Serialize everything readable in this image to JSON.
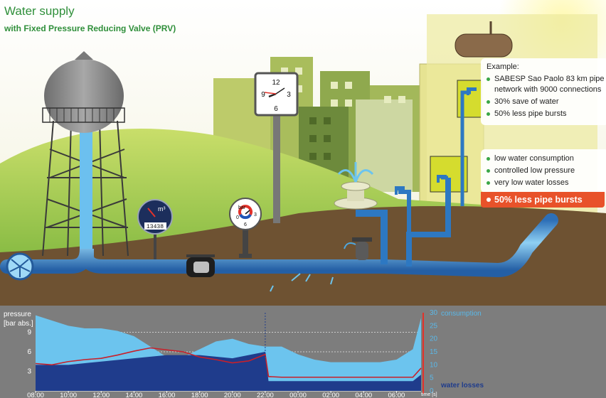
{
  "header": {
    "title": "Water supply",
    "subtitle": "with Fixed Pressure Reducing Valve (PRV)"
  },
  "meter": {
    "value": "13438",
    "unit": "m³"
  },
  "gauge": {
    "unit": "bar",
    "labels": [
      "0",
      "3",
      "6"
    ]
  },
  "clock": {
    "labels": [
      "12",
      "3",
      "6",
      "9"
    ]
  },
  "example": {
    "heading": "Example:",
    "items": [
      "SABESP Sao Paolo 83 km pipe network with 9000 connections",
      "30% save of water",
      "50% less pipe bursts"
    ]
  },
  "features": {
    "items": [
      "low water consumption",
      "controlled low pressure",
      "very low water losses"
    ],
    "highlight": "50% less pipe bursts"
  },
  "colors": {
    "pressure_line": "#c8202a",
    "consumption": "#6cc4ee",
    "water_losses": "#1f3c8c",
    "highlight": "#e8522a",
    "sky_top": "#ffffff",
    "ground": "#6e5232"
  },
  "chart_data": {
    "type": "area",
    "ylabel": "pressure",
    "yunit": "[bar abs.]",
    "y2label": "consumption",
    "y3label": "water losses",
    "xlabel": "time [s]",
    "x_ticks": [
      "08:00",
      "10:00",
      "12:00",
      "14:00",
      "16:00",
      "18:00",
      "20:00",
      "22:00",
      "00:00",
      "02:00",
      "04:00",
      "06:00"
    ],
    "y_ticks_left": [
      "3",
      "6",
      "9"
    ],
    "y_ticks_right": [
      "0",
      "5",
      "10",
      "15",
      "20",
      "25",
      "30"
    ],
    "ylim": [
      0,
      12
    ],
    "y2lim": [
      0,
      30
    ],
    "prv_switch_time": "22:00",
    "grid": true,
    "series": [
      {
        "name": "consumption",
        "x": [
          8,
          9,
          10,
          11,
          12,
          13,
          14,
          15,
          16,
          17,
          18,
          19,
          20,
          21,
          22,
          23,
          24,
          25,
          26,
          27,
          28,
          29,
          30,
          31,
          31.5
        ],
        "values": [
          29,
          27,
          25,
          24,
          24,
          23,
          21,
          17,
          13,
          13,
          16,
          19,
          20,
          18,
          17,
          17,
          14,
          12,
          11,
          11,
          11,
          11,
          12,
          16,
          28
        ]
      },
      {
        "name": "pressure",
        "x": [
          8,
          9,
          10,
          11,
          12,
          13,
          14,
          15,
          16,
          17,
          18,
          19,
          20,
          21,
          22,
          22.2,
          23,
          24,
          25,
          26,
          27,
          28,
          29,
          30,
          31,
          31.5
        ],
        "values": [
          4.2,
          4.0,
          4.5,
          4.8,
          5.0,
          5.5,
          6.1,
          6.6,
          6.3,
          6.0,
          5.2,
          4.8,
          4.3,
          4.6,
          5.6,
          2.2,
          2.1,
          2.1,
          2.1,
          2.1,
          2.1,
          2.1,
          2.1,
          2.1,
          2.1,
          3.5
        ]
      },
      {
        "name": "water losses",
        "x": [
          8,
          10,
          12,
          14,
          16,
          18,
          20,
          22,
          22.2,
          24,
          26,
          28,
          30,
          31,
          31.5
        ],
        "values": [
          4,
          4,
          4.5,
          5,
          5.5,
          5.5,
          5,
          6,
          1.5,
          1.5,
          1.5,
          1.5,
          1.5,
          1.5,
          2.5
        ]
      }
    ]
  }
}
